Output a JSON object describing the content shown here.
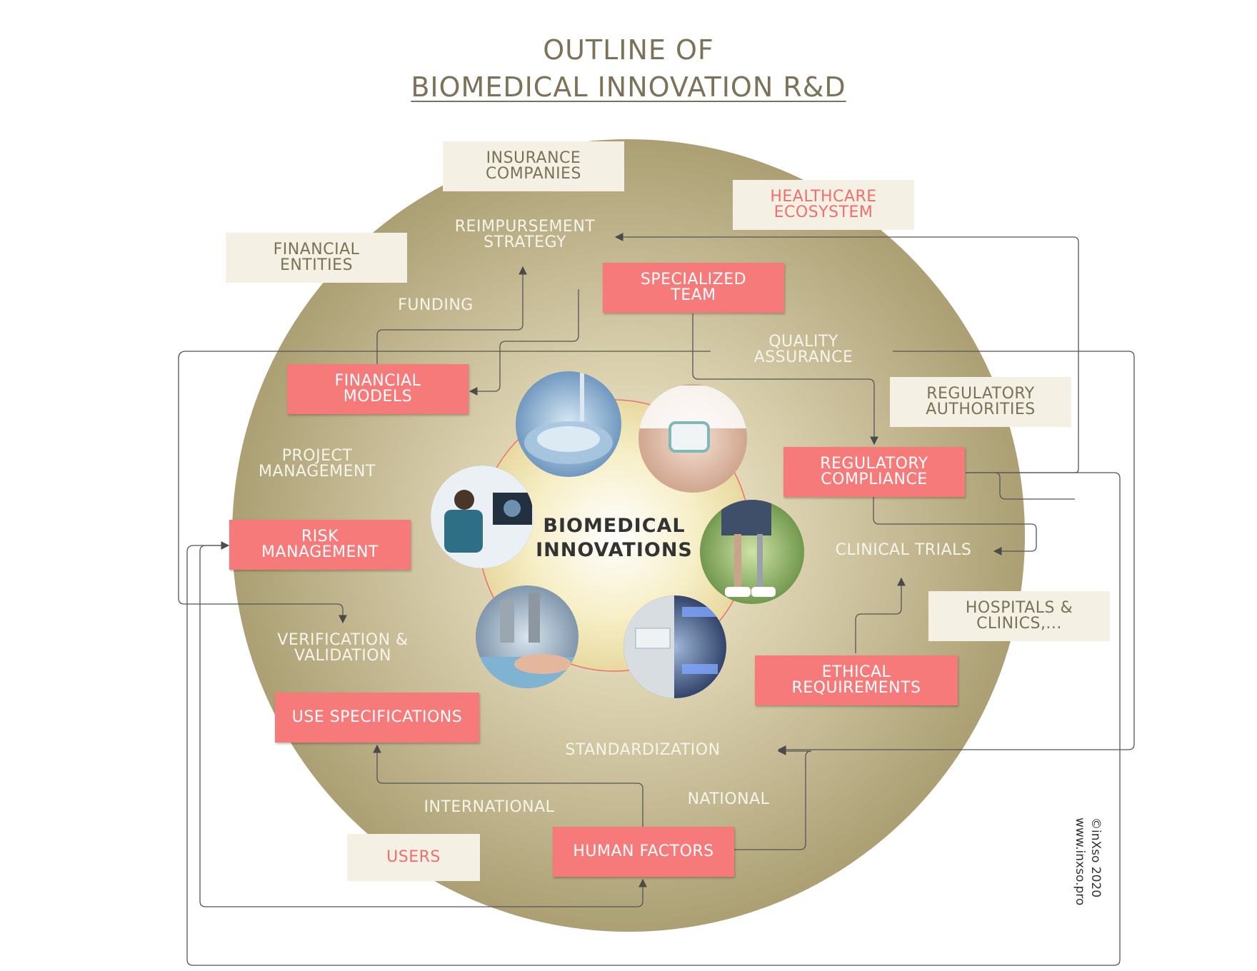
{
  "title": {
    "line1": "OUTLINE OF",
    "line2": "BIOMEDICAL INNOVATION R&D"
  },
  "center_label": "BIOMEDICAL\nINNOVATIONS",
  "key_elements": {
    "specialized_team": "SPECIALIZED\nTEAM",
    "financial_models": "FINANCIAL\nMODELS",
    "regulatory_compliance": "REGULATORY\nCOMPLIANCE",
    "risk_management": "RISK\nMANAGEMENT",
    "ethical_requirements": "ETHICAL\nREQUIREMENTS",
    "use_specifications": "USE SPECIFICATIONS",
    "human_factors": "HUMAN FACTORS"
  },
  "stakeholders": {
    "insurance_companies": "INSURANCE\nCOMPANIES",
    "healthcare_ecosystem": "HEALTHCARE\nECOSYSTEM",
    "financial_entities": "FINANCIAL\nENTITIES",
    "regulatory_authorities": "REGULATORY\nAUTHORITIES",
    "hospitals_clinics": "HOSPITALS &\nCLINICS,...",
    "users": "USERS"
  },
  "activities": {
    "reimbursement_strategy": "REIMPURSEMENT\nSTRATEGY",
    "funding": "FUNDING",
    "quality_assurance": "QUALITY\nASSURANCE",
    "project_management": "PROJECT\nMANAGEMENT",
    "clinical_trials": "CLINICAL TRIALS",
    "verification_validation": "VERIFICATION &\nVALIDATION",
    "standardization": "STANDARDIZATION",
    "international": "INTERNATIONAL",
    "national": "NATIONAL"
  },
  "copyright": {
    "line1": "©inXso 2020",
    "line2": "www.inxso.pro"
  },
  "colors": {
    "circle_outer": "#b0a47a",
    "circle_inner": "#f7f1d2",
    "key_box": "#f77a7a",
    "stakeholder_box": "#f4f1e4",
    "stakeholder_text": "#7a7258",
    "stakeholder_highlight": "#ef6e6e",
    "connector": "#555555"
  }
}
